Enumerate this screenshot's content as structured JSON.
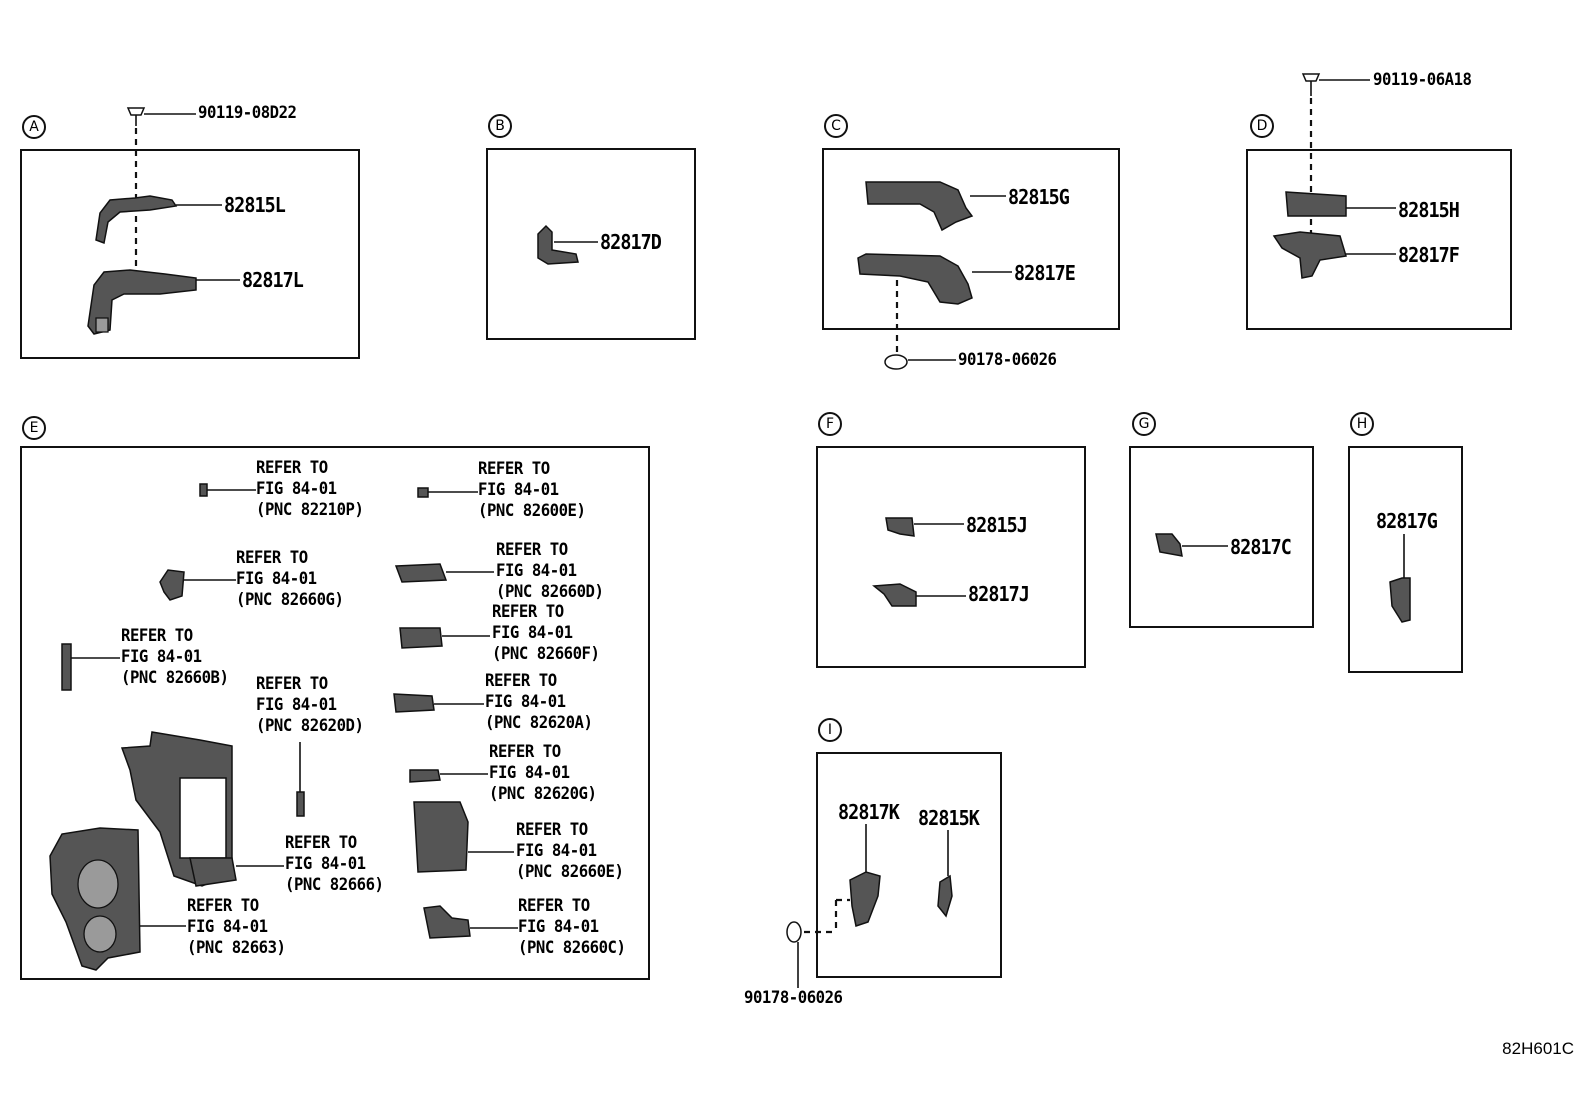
{
  "sections": {
    "A": {
      "letter": "A",
      "parts": {
        "bolt": "90119-08D22",
        "cover": "82815L",
        "bracket": "82817L"
      }
    },
    "B": {
      "letter": "B",
      "parts": {
        "holder": "82817D"
      }
    },
    "C": {
      "letter": "C",
      "parts": {
        "cover": "82815G",
        "bracket": "82817E",
        "clip": "90178-06026"
      }
    },
    "D": {
      "letter": "D",
      "parts": {
        "bolt": "90119-06A18",
        "cover": "82815H",
        "bracket": "82817F"
      }
    },
    "E": {
      "letter": "E",
      "refs": [
        {
          "l1": "REFER TO",
          "l2": "FIG 84-01",
          "l3": "(PNC 82210P)"
        },
        {
          "l1": "REFER TO",
          "l2": "FIG 84-01",
          "l3": "(PNC 82600E)"
        },
        {
          "l1": "REFER TO",
          "l2": "FIG 84-01",
          "l3": "(PNC 82660G)"
        },
        {
          "l1": "REFER TO",
          "l2": "FIG 84-01",
          "l3": "(PNC 82660D)"
        },
        {
          "l1": "REFER TO",
          "l2": "FIG 84-01",
          "l3": "(PNC 82660F)"
        },
        {
          "l1": "REFER TO",
          "l2": "FIG 84-01",
          "l3": "(PNC 82660B)"
        },
        {
          "l1": "REFER TO",
          "l2": "FIG 84-01",
          "l3": "(PNC 82620D)"
        },
        {
          "l1": "REFER TO",
          "l2": "FIG 84-01",
          "l3": "(PNC 82620A)"
        },
        {
          "l1": "REFER TO",
          "l2": "FIG 84-01",
          "l3": "(PNC 82620G)"
        },
        {
          "l1": "REFER TO",
          "l2": "FIG 84-01",
          "l3": "(PNC 82666)"
        },
        {
          "l1": "REFER TO",
          "l2": "FIG 84-01",
          "l3": "(PNC 82660E)"
        },
        {
          "l1": "REFER TO",
          "l2": "FIG 84-01",
          "l3": "(PNC 82663)"
        },
        {
          "l1": "REFER TO",
          "l2": "FIG 84-01",
          "l3": "(PNC 82660C)"
        }
      ]
    },
    "F": {
      "letter": "F",
      "parts": {
        "cover": "82815J",
        "bracket": "82817J"
      }
    },
    "G": {
      "letter": "G",
      "parts": {
        "bracket": "82817C"
      }
    },
    "H": {
      "letter": "H",
      "parts": {
        "bracket": "82817G"
      }
    },
    "I": {
      "letter": "I",
      "parts": {
        "bracket": "82817K",
        "cover": "82815K",
        "clip": "90178-06026"
      }
    }
  },
  "illustration_code": "82H601C"
}
